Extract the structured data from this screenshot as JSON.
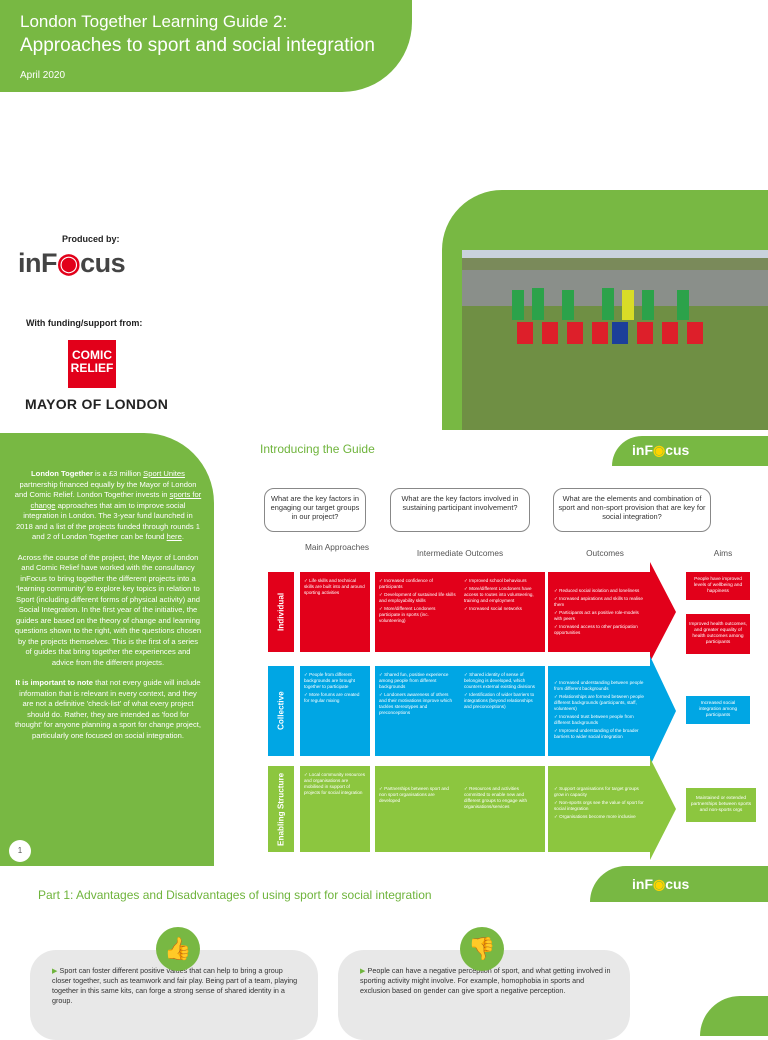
{
  "header": {
    "line1": "London Together Learning Guide 2:",
    "line2": "Approaches to sport and social integration",
    "date": "April 2020"
  },
  "credits": {
    "produced_by": "Produced by:",
    "infocus_a": "inF",
    "infocus_b": "cus",
    "funding": "With funding/support from:",
    "comic_relief": "COMIC RELIEF",
    "mayor": "MAYOR OF LONDON"
  },
  "intro_text": {
    "p1_bold": "London Together",
    "p1_a": " is a £3 million ",
    "p1_link1": "Sport Unites",
    "p1_b": " partnership financed equally by the Mayor of London and Comic Relief. London Together invests in ",
    "p1_link2": "sports for change",
    "p1_c": " approaches that aim to improve social integration in London. The 3-year fund launched in 2018 and a list of the projects funded through rounds 1 and 2 of London Together can be found ",
    "p1_link3": "here",
    "p1_d": ".",
    "p2": "Across the course of the project, the Mayor of London and Comic Relief have worked with the consultancy inFocus to bring together the different projects into a 'learning community' to explore key topics in relation to Sport (including different forms of physical activity) and Social Integration. In the first year of the initiative, the guides are based on the theory of change and learning questions shown to the right, with the questions chosen by the projects themselves. This is the first of a series of guides that bring together the experiences and advice from the different projects.",
    "p3_bold": "It is important to note",
    "p3": " that not every guide will include information that is relevant in every context, and they are not a definitive 'check-list' of what every project should do. Rather, they are intended as 'food for thought' for anyone planning a sport for change project, particularly one focused on social integration.",
    "page_number": "1"
  },
  "guide": {
    "title": "Introducing the Guide",
    "logo_a": "inF",
    "logo_b": "cus",
    "questions": [
      "What are the key factors in engaging our target groups in our project?",
      "What are the key factors involved in sustaining participant involvement?",
      "What are the elements and combination of sport and non-sport provision that are key for social integration?"
    ],
    "columns": [
      "Main Approaches",
      "Intermediate Outcomes",
      "Outcomes",
      "Aims"
    ],
    "rows": [
      {
        "label": "Individual",
        "approaches": [
          "✓ Life skills and technical skills are built into and around sporting activities"
        ],
        "inter_a": [
          "✓ Increased confidence of participants",
          "✓ Development of sustained life skills and employability skills",
          "✓ More/different Londoners participate in sports (inc. volunteering)"
        ],
        "inter_b": [
          "✓ Improved school behaviours",
          "✓ More/different Londoners have access to routes into volunteering, training and employment",
          "✓ Increased social networks"
        ],
        "outcomes": [
          "✓ Reduced social isolation and loneliness",
          "✓ Increased aspirations and skills to realise them",
          "✓ Participants act as positive role-models with peers",
          "✓ Increased access to other participation opportunities"
        ],
        "aims": [
          "People have improved levels of wellbeing and happiness",
          "Improved health outcomes, and greater equality of health outcomes among participants"
        ]
      },
      {
        "label": "Collective",
        "approaches": [
          "✓ People from different backgrounds are brought together to participate",
          "✓ More forums are created for regular mixing"
        ],
        "inter_a": [
          "✓ Shared fun, positive experience among people from different backgrounds",
          "✓ Londoners awareness of others and their motivations improve which tackles stereotypes and preconceptions"
        ],
        "inter_b": [
          "✓ Shared identity of sense of belonging is developed, which counters external existing divisions",
          "✓ Identification of wider barriers to integrations (beyond relationships and preconceptions)"
        ],
        "outcomes": [
          "✓ Increased understanding between people from different backgrounds",
          "✓ Relationships are formed between people different backgrounds (participants, staff, volunteers)",
          "✓ Increased trust between people from different backgrounds",
          "✓ Improved understanding of the broader barriers to wider social integration"
        ],
        "aims": [
          "Increased social integration among participants"
        ]
      },
      {
        "label": "Enabling Structure",
        "approaches": [
          "✓ Local community resources and organisations are mobilised in support of projects for social integration"
        ],
        "inter_a": [
          "✓ Partnerships between sport and non sport organisations are developed"
        ],
        "inter_b": [
          "✓ Resources and activities committed to enable new and different groups to engage with organisations/services"
        ],
        "outcomes": [
          "✓ Support organisations for target groups grow in capacity",
          "✓ Non-sports orgs see the value of sport for social integration",
          "✓ Organisations become more inclusive"
        ],
        "aims": [
          "Maintained or extended partnerships between sports and non-sports orgs"
        ]
      }
    ]
  },
  "part1": {
    "title": "Part 1: Advantages and Disadvantages of using sport for social integration",
    "logo_a": "inF",
    "logo_b": "cus",
    "advantage": "Sport can foster different positive values that can help to bring a group closer together, such as teamwork and fair play. Being part of a team, playing together in this same kits, can forge a strong sense of shared identity in a group.",
    "disadvantage": "People can have a negative perception of sport, and what getting involved in sporting activity might involve. For example, homophobia in sports and exclusion based on gender can give sport a negative perception."
  },
  "colors": {
    "green": "#78b843",
    "red": "#e2001a",
    "blue": "#00a6e4",
    "light_green": "#8cc63f"
  }
}
